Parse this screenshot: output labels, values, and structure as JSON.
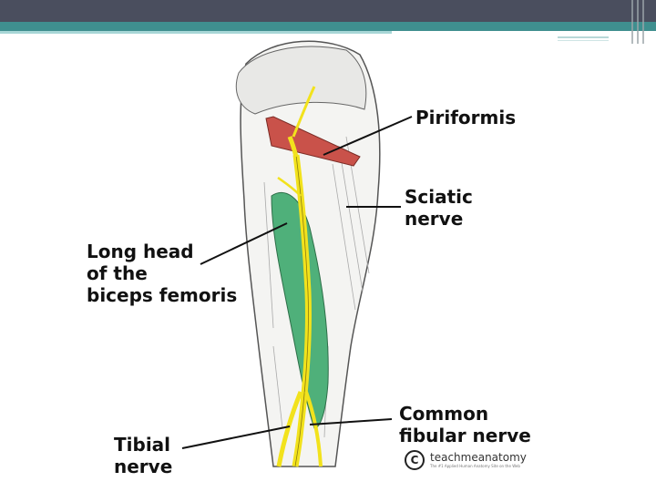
{
  "labels": {
    "piriformis": "Piriformis",
    "sciatic_line1": "Sciatic",
    "sciatic_line2": "nerve",
    "biceps_line1": "Long head",
    "biceps_line2": "of the",
    "biceps_line3": "biceps femoris",
    "tibial_line1": "Tibial",
    "tibial_line2": "nerve",
    "fibular_line1": "Common",
    "fibular_line2": "fibular nerve"
  },
  "logo": {
    "symbol": "C",
    "name": "teachmeanatomy",
    "tagline": "The #1 Applied Human Anatomy Site on the Web"
  },
  "colors": {
    "header": "#4a4e5e",
    "accent": "#3f8f8f",
    "muscle_red": "#c9524a",
    "muscle_green": "#4fb07a",
    "nerve_yellow": "#f2e21c"
  }
}
